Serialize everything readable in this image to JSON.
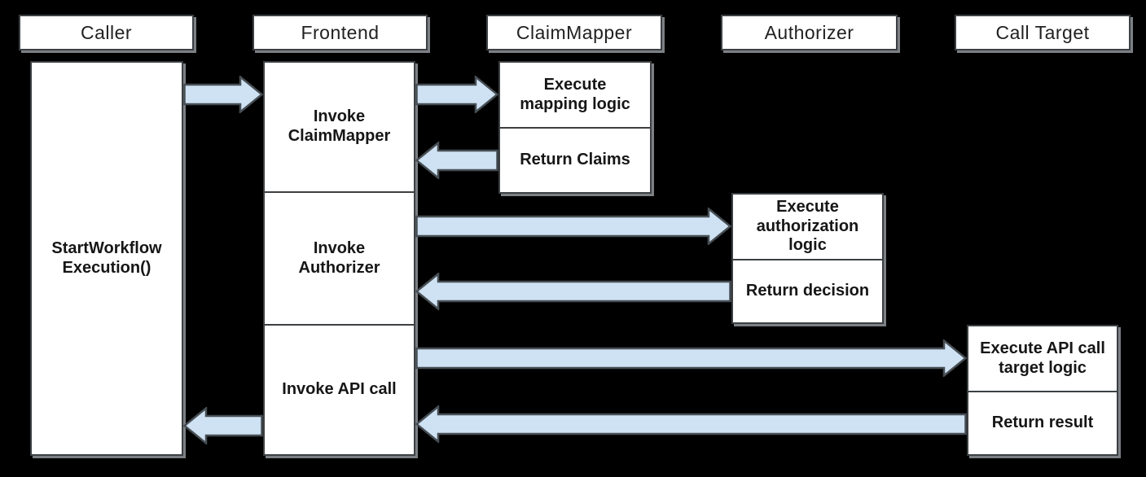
{
  "diagram": {
    "actors": {
      "caller": "Caller",
      "frontend": "Frontend",
      "claim_mapper": "ClaimMapper",
      "authorizer": "Authorizer",
      "call_target": "Call Target"
    },
    "caller_lane": {
      "activation": "StartWorkflow\nExecution()"
    },
    "frontend_lane": {
      "step_1": "Invoke\nClaimMapper",
      "step_2": "Invoke\nAuthorizer",
      "step_3": "Invoke API call"
    },
    "claim_mapper_lane": {
      "execute": "Execute\nmapping logic",
      "return": "Return Claims"
    },
    "authorizer_lane": {
      "execute": "Execute\nauthorization\nlogic",
      "return": "Return decision"
    },
    "call_target_lane": {
      "execute": "Execute API call\ntarget logic",
      "return": "Return result"
    },
    "arrows": [
      {
        "id": "caller-to-frontend",
        "from": "caller",
        "to": "frontend",
        "direction": "right",
        "kind": "request"
      },
      {
        "id": "frontend-to-claimmapper",
        "from": "frontend",
        "to": "claim_mapper",
        "direction": "right",
        "kind": "request"
      },
      {
        "id": "claimmapper-to-frontend",
        "from": "claim_mapper",
        "to": "frontend",
        "direction": "left",
        "kind": "return"
      },
      {
        "id": "frontend-to-authorizer",
        "from": "frontend",
        "to": "authorizer",
        "direction": "right",
        "kind": "request"
      },
      {
        "id": "authorizer-to-frontend",
        "from": "authorizer",
        "to": "frontend",
        "direction": "left",
        "kind": "return"
      },
      {
        "id": "frontend-to-calltarget",
        "from": "frontend",
        "to": "call_target",
        "direction": "right",
        "kind": "request"
      },
      {
        "id": "calltarget-to-frontend",
        "from": "call_target",
        "to": "frontend",
        "direction": "left",
        "kind": "return"
      },
      {
        "id": "frontend-to-caller",
        "from": "frontend",
        "to": "caller",
        "direction": "left",
        "kind": "return"
      }
    ],
    "colors": {
      "background": "#000000",
      "box_fill": "#ffffff",
      "box_border": "#3c4043",
      "arrow_fill": "#cfe2f3",
      "arrow_stroke": "#474e54",
      "shadow": "#7c8085"
    }
  }
}
